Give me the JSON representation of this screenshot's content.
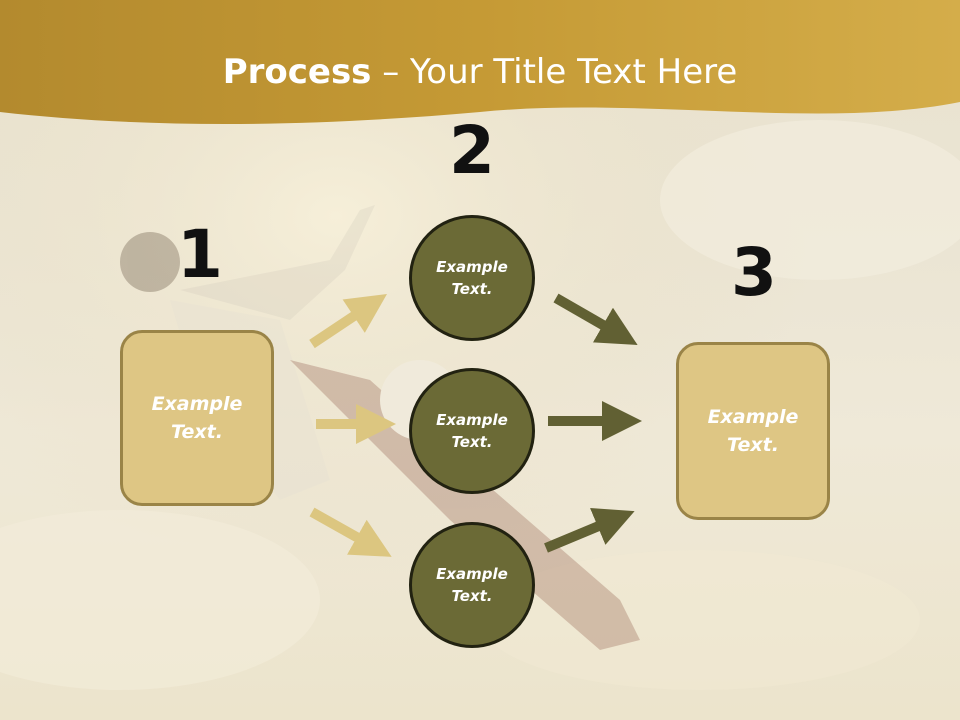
{
  "slide": {
    "title_bold": "Process",
    "title_rest": " – Your Title Text Here",
    "colors": {
      "header": "#c9a23c",
      "box_fill": "#dec684",
      "circle_fill": "#6b6a36",
      "arrow_light": "#dcc680",
      "arrow_dark": "#616033"
    }
  },
  "numbers": {
    "n1": "1",
    "n2": "2",
    "n3": "3"
  },
  "left_box": {
    "text": "Example\nText."
  },
  "right_box": {
    "text": "Example\nText."
  },
  "circles": [
    {
      "text": "Example\nText."
    },
    {
      "text": "Example\nText."
    },
    {
      "text": "Example\nText."
    }
  ]
}
